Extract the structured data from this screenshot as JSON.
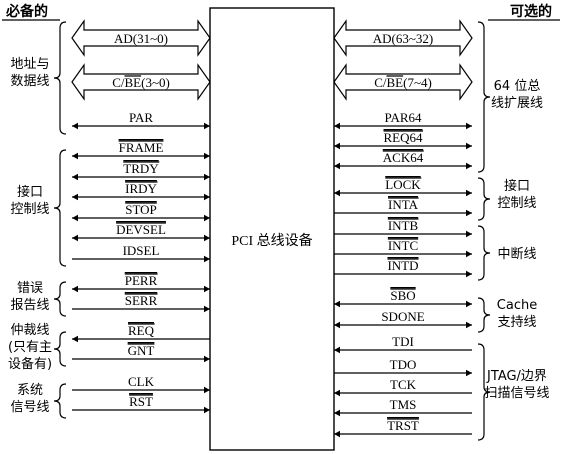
{
  "header": {
    "left": "必备的",
    "right": "可选的"
  },
  "center_label": "PCI 总线设备",
  "left_signals": [
    {
      "label": "AD(31~0)",
      "type": "bus",
      "over": "",
      "pre": "",
      "post": ""
    },
    {
      "label": "C/BE(3~0)",
      "type": "bus",
      "pre": "C/",
      "over": "BE",
      "post": "(3~0)"
    },
    {
      "label": "PAR",
      "type": "bi"
    },
    {
      "label": "FRAME",
      "type": "bi",
      "over": "FRAME"
    },
    {
      "label": "TRDY",
      "type": "bi",
      "over": "TRDY"
    },
    {
      "label": "IRDY",
      "type": "bi",
      "over": "IRDY"
    },
    {
      "label": "STOP",
      "type": "bi",
      "over": "STOP"
    },
    {
      "label": "DEVSEL",
      "type": "bi",
      "over": "DEVSEL"
    },
    {
      "label": "IDSEL",
      "type": "in"
    },
    {
      "label": "PERR",
      "type": "bi",
      "over": "PERR"
    },
    {
      "label": "SERR",
      "type": "in",
      "over": "SERR"
    },
    {
      "label": "REQ",
      "type": "out",
      "over": "REQ"
    },
    {
      "label": "GNT",
      "type": "in",
      "over": "GNT"
    },
    {
      "label": "CLK",
      "type": "in"
    },
    {
      "label": "RST",
      "type": "in",
      "over": "RST"
    }
  ],
  "right_signals": [
    {
      "label": "AD(63~32)",
      "type": "bus"
    },
    {
      "label": "C/BE(7~4)",
      "type": "bus",
      "pre": "C/",
      "over": "BE",
      "post": "(7~4)"
    },
    {
      "label": "PAR64",
      "type": "bi"
    },
    {
      "label": "REQ64",
      "type": "bi",
      "over": "REQ64"
    },
    {
      "label": "ACK64",
      "type": "bi",
      "over": "ACK64"
    },
    {
      "label": "LOCK",
      "type": "bi",
      "over": "LOCK"
    },
    {
      "label": "INTA",
      "type": "out",
      "over": "INTA"
    },
    {
      "label": "INTB",
      "type": "out",
      "over": "INTB"
    },
    {
      "label": "INTC",
      "type": "out",
      "over": "INTC"
    },
    {
      "label": "INTD",
      "type": "out",
      "over": "INTD"
    },
    {
      "label": "SBO",
      "type": "bi",
      "over": "SBO"
    },
    {
      "label": "SDONE",
      "type": "bi"
    },
    {
      "label": "TDI",
      "type": "in"
    },
    {
      "label": "TDO",
      "type": "out"
    },
    {
      "label": "TCK",
      "type": "in"
    },
    {
      "label": "TMS",
      "type": "in"
    },
    {
      "label": "TRST",
      "type": "in",
      "over": "TRST"
    }
  ],
  "left_groups": [
    {
      "lines": [
        "地址与",
        "数据线"
      ]
    },
    {
      "lines": [
        "接口",
        "控制线"
      ]
    },
    {
      "lines": [
        "错误",
        "报告线"
      ]
    },
    {
      "lines": [
        "仲裁线",
        "(只有主",
        "设备有)"
      ]
    },
    {
      "lines": [
        "系统",
        "信号线"
      ]
    }
  ],
  "right_groups": [
    {
      "lines": [
        "64 位总",
        "线扩展线"
      ]
    },
    {
      "lines": [
        "接口",
        "控制线"
      ]
    },
    {
      "lines": [
        "中断线"
      ]
    },
    {
      "lines": [
        "Cache",
        "支持线"
      ]
    },
    {
      "lines": [
        "JTAG/边界",
        "扫描信号线"
      ]
    }
  ]
}
